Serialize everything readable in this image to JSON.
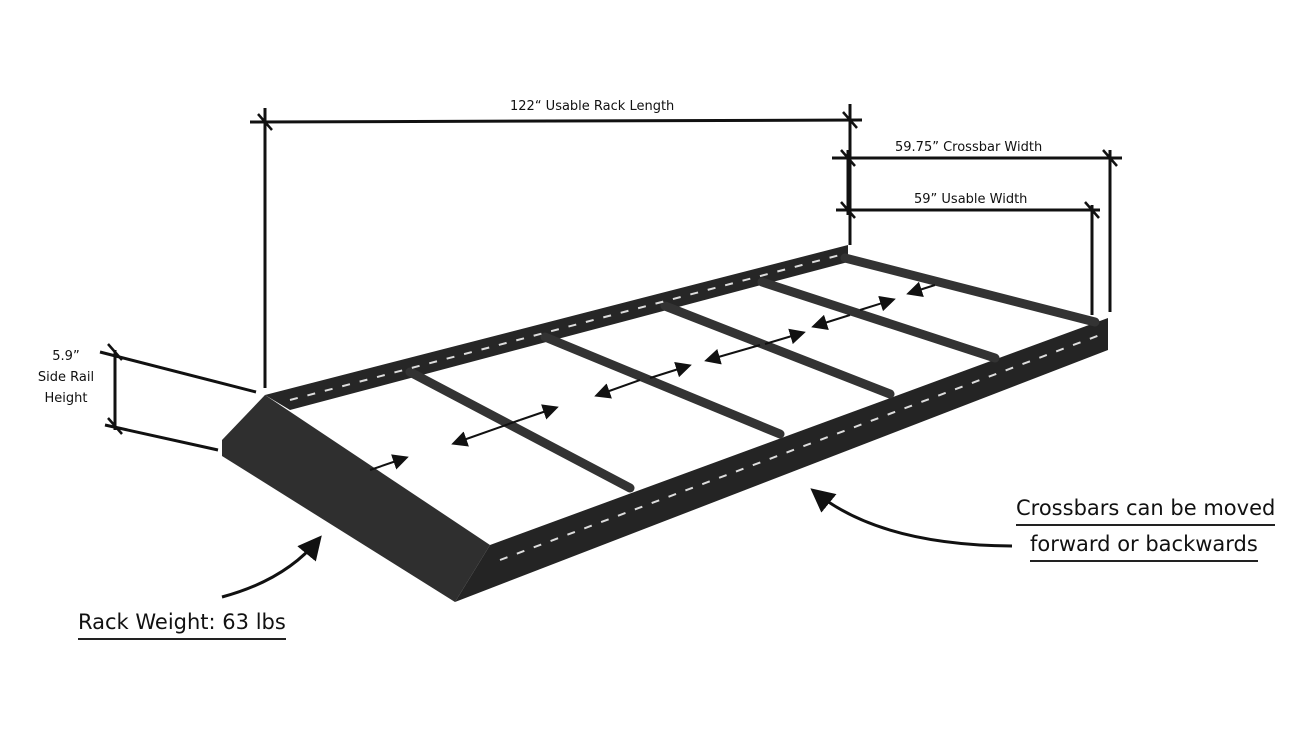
{
  "dimensions": {
    "rack_length": "122“ Usable Rack Length",
    "crossbar_width": "59.75” Crossbar Width",
    "usable_width": "59” Usable Width",
    "side_rail_value": "5.9”",
    "side_rail_line1": "Side Rail",
    "side_rail_line2": "Height"
  },
  "callouts": {
    "rack_weight": "Rack Weight: 63 lbs",
    "crossbars_line1": "Crossbars can be moved",
    "crossbars_line2": "forward or backwards"
  },
  "colors": {
    "rack": "#2b2b2b",
    "line": "#111111"
  }
}
